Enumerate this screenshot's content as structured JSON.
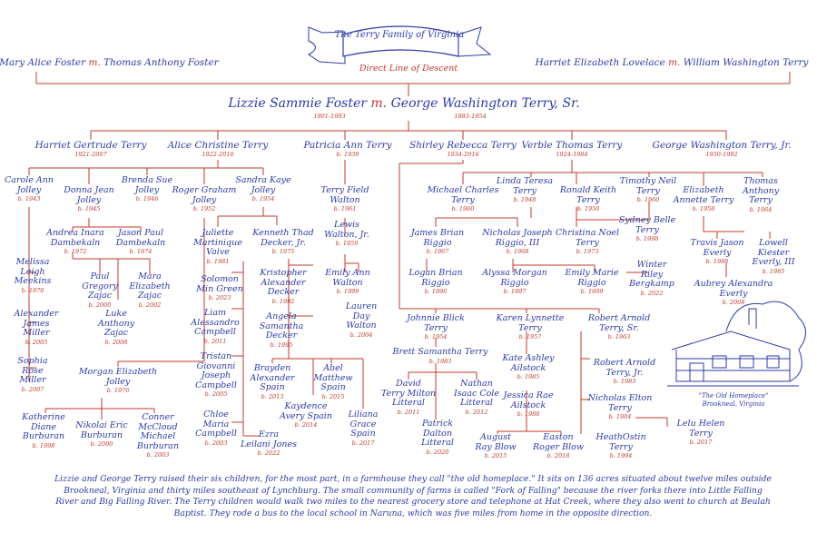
{
  "title": "The Terry Family of Virginia",
  "subtitle": "Direct Line of Descent",
  "people": {
    "mary_alice": {
      "name": "Mary Alice Foster"
    },
    "thomas_anthony_sr": {
      "name": "Thomas Anthony Foster"
    },
    "harriet_elizabeth": {
      "name": "Harriet Elizabeth Lovelace"
    },
    "william_washington": {
      "name": "William Washington Terry"
    },
    "lizzie": {
      "name": "Lizzie Sammie Foster",
      "dates": "1901-1993"
    },
    "george_sr": {
      "name": "George Washington Terry, Sr.",
      "dates": "1883-1954"
    },
    "harriet_gertrude": {
      "name": "Harriet Gertrude Terry",
      "dates": "1921-2007"
    },
    "alice": {
      "name": "Alice Christine Terry",
      "dates": "1922-2016"
    },
    "patricia": {
      "name": "Patricia Ann Terry",
      "dates": "b. 1939"
    },
    "shirley": {
      "name": "Shirley Rebecca Terry",
      "dates": "1934-2016"
    },
    "verble": {
      "name": "Verble Thomas Terry",
      "dates": "1924-1984"
    },
    "george_jr": {
      "name": "George Washington Terry, Jr.",
      "dates": "1930-1992"
    },
    "carole": {
      "name": "Carole Ann\nJolley",
      "dates": "b. 1943"
    },
    "donna": {
      "name": "Donna Jean\nJolley",
      "dates": "b. 1945"
    },
    "brenda": {
      "name": "Brenda Sue\nJolley",
      "dates": "b. 1946"
    },
    "roger": {
      "name": "Roger Graham\nJolley",
      "dates": "b. 1952"
    },
    "sandra": {
      "name": "Sandra Kaye\nJolley",
      "dates": "b. 1954"
    },
    "terry_field": {
      "name": "Terry Field\nWalton",
      "dates": "b. 1961"
    },
    "lewis": {
      "name": "Lewis\nWalton, Jr.",
      "dates": "b. 1959"
    },
    "emily_ann": {
      "name": "Emily Ann\nWalton",
      "dates": "b. 1999"
    },
    "lauren": {
      "name": "Lauren\nDay\nWalton",
      "dates": "b. 2004"
    },
    "andrea": {
      "name": "Andrea Inara\nDambekaln",
      "dates": "b. 1972"
    },
    "jason_paul": {
      "name": "Jason Paul\nDambekaln",
      "dates": "b. 1974"
    },
    "melissa": {
      "name": "Melissa\nLeigh\nMeekins",
      "dates": "b. 1970"
    },
    "paul": {
      "name": "Paul\nGregory\nZajac",
      "dates": "b. 2000"
    },
    "mara": {
      "name": "Mara\nElizabeth\nZajac",
      "dates": "b. 2002"
    },
    "luke": {
      "name": "Luke\nAnthony\nZajac",
      "dates": "b. 2008"
    },
    "alexander_miller": {
      "name": "Alexander\nJames\nMiller",
      "dates": "b. 2005"
    },
    "sophia": {
      "name": "Sophia\nRose\nMiller",
      "dates": "b. 2007"
    },
    "juliette": {
      "name": "Juliette\nMartinique\nVaive",
      "dates": "b. 1981"
    },
    "kenneth": {
      "name": "Kenneth Thad\nDecker, Jr.",
      "dates": "b. 1975"
    },
    "solomon": {
      "name": "Solomon\nMin Green",
      "dates": "b. 2023"
    },
    "liam": {
      "name": "Liam\nAlessandro\nCampbell",
      "dates": "b. 2011"
    },
    "tristan": {
      "name": "Tristan\nGiovanni\nJoseph\nCampbell",
      "dates": "b. 2005"
    },
    "chloe": {
      "name": "Chloe\nMaria\nCampbell",
      "dates": "b. 2003"
    },
    "ezra": {
      "name": "Ezra\nLeilani Jones",
      "dates": "b. 2022"
    },
    "kristopher": {
      "name": "Kristopher\nAlexander\nDecker",
      "dates": "b. 1992"
    },
    "angela": {
      "name": "Angela\nSamantha\nDecker",
      "dates": "b. 1995"
    },
    "brayden": {
      "name": "Brayden\nAlexander\nSpain",
      "dates": "b. 2013"
    },
    "abel": {
      "name": "Abel\nMatthew\nSpain",
      "dates": "b. 2015"
    },
    "kaydence": {
      "name": "Kaydence\nAvery Spain",
      "dates": "b. 2014"
    },
    "liliana": {
      "name": "Liliana\nGrace\nSpain",
      "dates": "b. 2017"
    },
    "morgan": {
      "name": "Morgan Elizabeth\nJolley",
      "dates": "b. 1976"
    },
    "katherine": {
      "name": "Katherine\nDiane\nBurburan",
      "dates": "b. 1998"
    },
    "nikolai": {
      "name": "Nikolai Eric\nBurburan",
      "dates": "b. 2000"
    },
    "conner": {
      "name": "Conner\nMcCloud\nMichael\nBurburan",
      "dates": "b. 2003"
    },
    "michael_charles": {
      "name": "Michael Charles\nTerry",
      "dates": "b. 1960"
    },
    "linda": {
      "name": "Linda Teresa\nTerry",
      "dates": "b. 1948"
    },
    "ronald": {
      "name": "Ronald Keith\nTerry",
      "dates": "b. 1950"
    },
    "timothy": {
      "name": "Timothy Neil\nTerry",
      "dates": "b. 1960"
    },
    "elizabeth_annette": {
      "name": "Elizabeth\nAnnette Terry",
      "dates": "b. 1958"
    },
    "thomas_anthony_t": {
      "name": "Thomas Anthony\nTerry",
      "dates": "b. 1964"
    },
    "james_brian": {
      "name": "James Brian\nRiggio",
      "dates": "b. 1967"
    },
    "nicholas_joseph": {
      "name": "Nicholas Joseph\nRiggio, III",
      "dates": "b. 1968"
    },
    "christina": {
      "name": "Christina Noel\nTerry",
      "dates": "b. 1973"
    },
    "sydney": {
      "name": "Sydney Belle\nTerry",
      "dates": "b. 1998"
    },
    "travis": {
      "name": "Travis Jason\nEverly",
      "dates": "b. 1988"
    },
    "lowell": {
      "name": "Lowell\nKiester\nEverly, III",
      "dates": "b. 1985"
    },
    "logan": {
      "name": "Logan Brian\nRiggio",
      "dates": "b. 1996"
    },
    "alyssa": {
      "name": "Alyssa Morgan\nRiggio",
      "dates": "b. 1997"
    },
    "emily_marie": {
      "name": "Emily Marie\nRiggio",
      "dates": "b. 1999"
    },
    "winter": {
      "name": "Winter\nRiley\nBergkamp",
      "dates": "b. 2022"
    },
    "aubrey": {
      "name": "Aubrey Alexandra\nEverly",
      "dates": "b. 2008"
    },
    "johnnie": {
      "name": "Johnnie Blick\nTerry",
      "dates": "b. 1954"
    },
    "karen": {
      "name": "Karen Lynnette\nTerry",
      "dates": "b. 1957"
    },
    "robert_sr": {
      "name": "Robert Arnold\nTerry, Sr.",
      "dates": "b. 1963"
    },
    "brett": {
      "name": "Brett Samantha Terry",
      "dates": "b. 1983"
    },
    "kate": {
      "name": "Kate Ashley\nAilstock",
      "dates": "b. 1985"
    },
    "robert_jr": {
      "name": "Robert Arnold\nTerry, Jr.",
      "dates": "b. 1983"
    },
    "david": {
      "name": "David\nTerry Milton\nLitteral",
      "dates": "b. 2011"
    },
    "nathan": {
      "name": "Nathan\nIsaac Cole\nLitteral",
      "dates": "b. 2012"
    },
    "jessica": {
      "name": "Jessica Rae\nAilstock",
      "dates": "b. 1988"
    },
    "nicholas_elton": {
      "name": "Nicholas Elton\nTerry",
      "dates": "b. 1984"
    },
    "lelu": {
      "name": "Lelu Helen\nTerry",
      "dates": "b. 2017"
    },
    "patrick": {
      "name": "Patrick\nDalton\nLitteral",
      "dates": "b. 2020"
    },
    "august": {
      "name": "August\nRay Blow",
      "dates": "b. 2015"
    },
    "easton": {
      "name": "Easton\nRoger Blow",
      "dates": "b. 2018"
    },
    "heath": {
      "name": "HeathOstin\nTerry",
      "dates": "b. 1994"
    }
  },
  "marriage_symbol": "m.",
  "house_caption": {
    "line1": "\"The Old Homeplace\"",
    "line2": "Brookneal, Virginia"
  },
  "caption": "Lizzie and George Terry raised their six children, for the most part, in a farmhouse they call \"the old homeplace.\" It sits on 136 acres situated about twelve miles outside Brookneal, Virginia and thirty miles southeast of Lynchburg. The small community of farms is called \"Fork of Falling\" because the river forks there into Little Falling River and Big Falling River. The Terry children would walk two miles to the nearest grocery store and telephone at Hat Creek, where they also went to church at Beulah Baptist. They rode a bus to the local school in Naruna, which was five miles from home in the opposite direction.",
  "colors": {
    "names": "#2b3aa8",
    "lines": "#c0392b",
    "dates": "#c0392b"
  }
}
